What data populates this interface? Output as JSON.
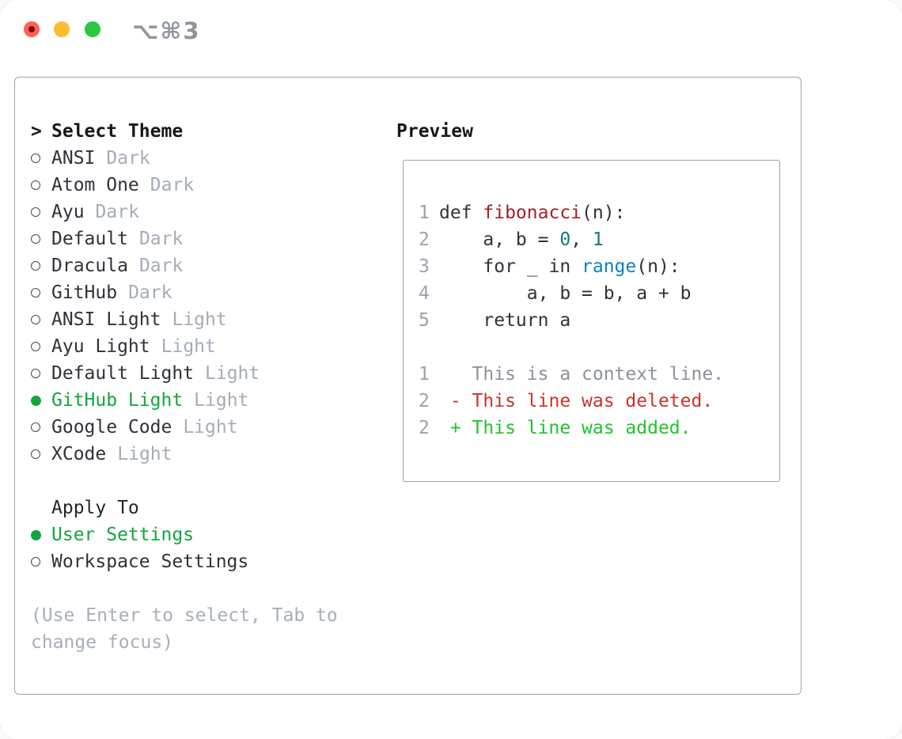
{
  "window": {
    "title": "⌥⌘3",
    "traffic_lights": [
      {
        "name": "close-button",
        "color": "#ff5f57"
      },
      {
        "name": "minimize-button",
        "color": "#febc2e"
      },
      {
        "name": "zoom-button",
        "color": "#28c840"
      }
    ]
  },
  "colors": {
    "panel_border": "#9aa4af",
    "selection_green": "#13a63c",
    "diff_added_green": "#21c32d",
    "diff_deleted_red": "#c93428",
    "code_function_red": "#a32126",
    "code_literal_teal": "#0e7b7f",
    "code_builtin_blue": "#0b81c5",
    "muted_gray": "#a4adb8",
    "line_number_gray": "#99a2ac"
  },
  "theme_panel": {
    "header": {
      "prefix": ">",
      "label": "Select Theme"
    },
    "themes": [
      {
        "name": "ANSI",
        "tag": "Dark",
        "selected": false
      },
      {
        "name": "Atom One",
        "tag": "Dark",
        "selected": false
      },
      {
        "name": "Ayu",
        "tag": "Dark",
        "selected": false
      },
      {
        "name": "Default",
        "tag": "Dark",
        "selected": false
      },
      {
        "name": "Dracula",
        "tag": "Dark",
        "selected": false
      },
      {
        "name": "GitHub",
        "tag": "Dark",
        "selected": false
      },
      {
        "name": "ANSI Light",
        "tag": "Light",
        "selected": false
      },
      {
        "name": "Ayu Light",
        "tag": "Light",
        "selected": false
      },
      {
        "name": "Default Light",
        "tag": "Light",
        "selected": false
      },
      {
        "name": "GitHub Light",
        "tag": "Light",
        "selected": true
      },
      {
        "name": "Google Code",
        "tag": "Light",
        "selected": false
      },
      {
        "name": "XCode",
        "tag": "Light",
        "selected": false
      }
    ],
    "apply_to": {
      "header": "Apply To",
      "options": [
        {
          "name": "User Settings",
          "selected": true
        },
        {
          "name": "Workspace Settings",
          "selected": false
        }
      ]
    },
    "hint_lines": [
      "(Use Enter to select, Tab to",
      "change focus)"
    ]
  },
  "preview": {
    "title": "Preview",
    "lines": [
      {
        "type": "code",
        "num": "1",
        "segments": [
          {
            "t": "def ",
            "c": "code"
          },
          {
            "t": "fibonacci",
            "c": "func"
          },
          {
            "t": "(n):",
            "c": "code"
          }
        ]
      },
      {
        "type": "code",
        "num": "2",
        "segments": [
          {
            "t": "    a, b = ",
            "c": "code"
          },
          {
            "t": "0",
            "c": "lit"
          },
          {
            "t": ", ",
            "c": "code"
          },
          {
            "t": "1",
            "c": "lit"
          }
        ]
      },
      {
        "type": "code",
        "num": "3",
        "segments": [
          {
            "t": "    for _ in ",
            "c": "code"
          },
          {
            "t": "range",
            "c": "builtin"
          },
          {
            "t": "(n):",
            "c": "code"
          }
        ]
      },
      {
        "type": "code",
        "num": "4",
        "segments": [
          {
            "t": "        a, b = b, a + b",
            "c": "code"
          }
        ]
      },
      {
        "type": "code",
        "num": "5",
        "segments": [
          {
            "t": "    return a",
            "c": "code"
          }
        ]
      },
      {
        "type": "blank",
        "num": "",
        "segments": []
      },
      {
        "type": "context",
        "num": "1",
        "segments": [
          {
            "t": "   This is a context line.",
            "c": "context"
          }
        ]
      },
      {
        "type": "deleted",
        "num": "2",
        "segments": [
          {
            "t": " - This line was deleted.",
            "c": "deleted"
          }
        ]
      },
      {
        "type": "added",
        "num": "2",
        "segments": [
          {
            "t": " + This line was added.",
            "c": "added"
          }
        ]
      }
    ]
  }
}
